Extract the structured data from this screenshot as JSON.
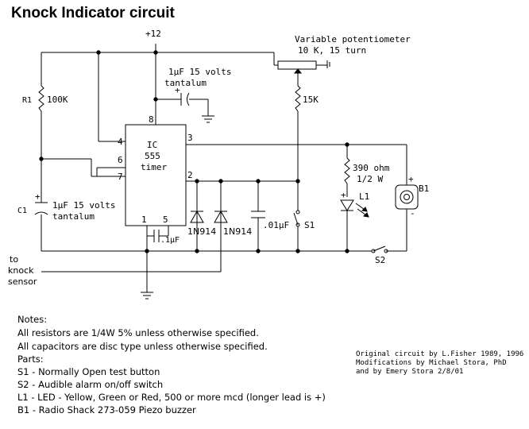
{
  "title": "Knock Indicator circuit",
  "supply": "+12",
  "pot": {
    "line1": "Variable potentiometer",
    "line2": "10 K, 15 turn"
  },
  "c_top": {
    "line1": "1μF 15 volts",
    "line2": "tantalum"
  },
  "r1": {
    "ref": "R1",
    "value": "100K"
  },
  "r2": {
    "value": "15K"
  },
  "ic": {
    "line1": "IC",
    "line2": "555",
    "line3": "timer",
    "pins": {
      "p1": "1",
      "p2": "2",
      "p3": "3",
      "p4": "4",
      "p5": "5",
      "p6": "6",
      "p7": "7",
      "p8": "8"
    }
  },
  "r3": {
    "value": "390 ohm",
    "power": "1/2 W"
  },
  "led": {
    "ref": "L1"
  },
  "buzzer": {
    "ref": "B1",
    "plus": "+",
    "minus": "-"
  },
  "c_left": {
    "ref": "C1",
    "line1": "1μF 15 volts",
    "line2": "tantalum"
  },
  "c_small": {
    "value": ".1μF"
  },
  "diodes": {
    "d1": "1N914",
    "d2": "1N914"
  },
  "c_disc": {
    "value": ".01μF"
  },
  "s1": {
    "ref": "S1"
  },
  "s2": {
    "ref": "S2"
  },
  "sensor": {
    "line1": "to",
    "line2": "knock",
    "line3": "sensor"
  },
  "notes": [
    "Notes:",
    "All resistors are 1/4W 5% unless otherwise specified.",
    "All capacitors are disc type unless otherwise specified.",
    "Parts:",
    "S1 - Normally Open test button",
    "S2 - Audible alarm on/off switch",
    "L1 - LED - Yellow, Green or Red, 500 or more mcd  (longer lead is +)",
    "B1 - Radio Shack 273-059 Piezo buzzer"
  ],
  "credits": [
    "Original circuit by L.Fisher 1989, 1996",
    "Modifications by Michael Stora, PhD",
    "and by Emery Stora 2/8/01"
  ]
}
